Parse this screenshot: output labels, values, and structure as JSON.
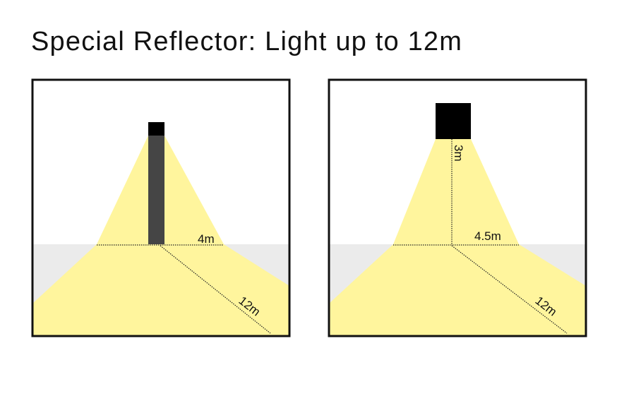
{
  "title": "Special Reflector: Light up to 12m",
  "colors": {
    "light": "#FFF59D",
    "ground": "#EBEBEB",
    "pole": "#454545",
    "fixture": "#000000",
    "border": "#111111"
  },
  "panels": [
    {
      "name": "pole-light",
      "width_label": "4m",
      "reach_label": "12m"
    },
    {
      "name": "wall-light",
      "height_label": "3m",
      "width_label": "4.5m",
      "reach_label": "12m"
    }
  ]
}
